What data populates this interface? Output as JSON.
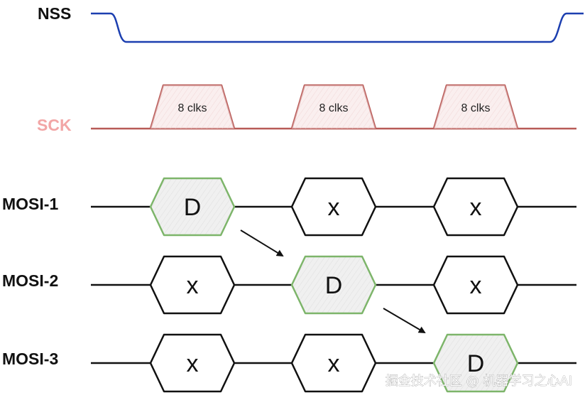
{
  "signals": {
    "nss": {
      "label": "NSS",
      "color": "#1c3fb0"
    },
    "sck": {
      "label": "SCK",
      "color": "#b85a57",
      "label_color": "#f2a6a6",
      "fill": "#f6e2e2",
      "pulses": [
        "8 clks",
        "8 clks",
        "8 clks"
      ]
    },
    "mosi": [
      {
        "label": "MOSI-1",
        "cells": [
          "D",
          "x",
          "x"
        ],
        "data_slot": 0
      },
      {
        "label": "MOSI-2",
        "cells": [
          "x",
          "D",
          "x"
        ],
        "data_slot": 1
      },
      {
        "label": "MOSI-3",
        "cells": [
          "x",
          "x",
          "D"
        ],
        "data_slot": 2
      }
    ]
  },
  "colors": {
    "data_cell_stroke": "#7db56a",
    "data_cell_fill": "#e6e6e6",
    "idle_cell_stroke": "#111111",
    "idle_cell_fill": "#ffffff",
    "arrow": "#111111"
  },
  "watermark": "掘金技术社区 @ 机器学习之心AI"
}
